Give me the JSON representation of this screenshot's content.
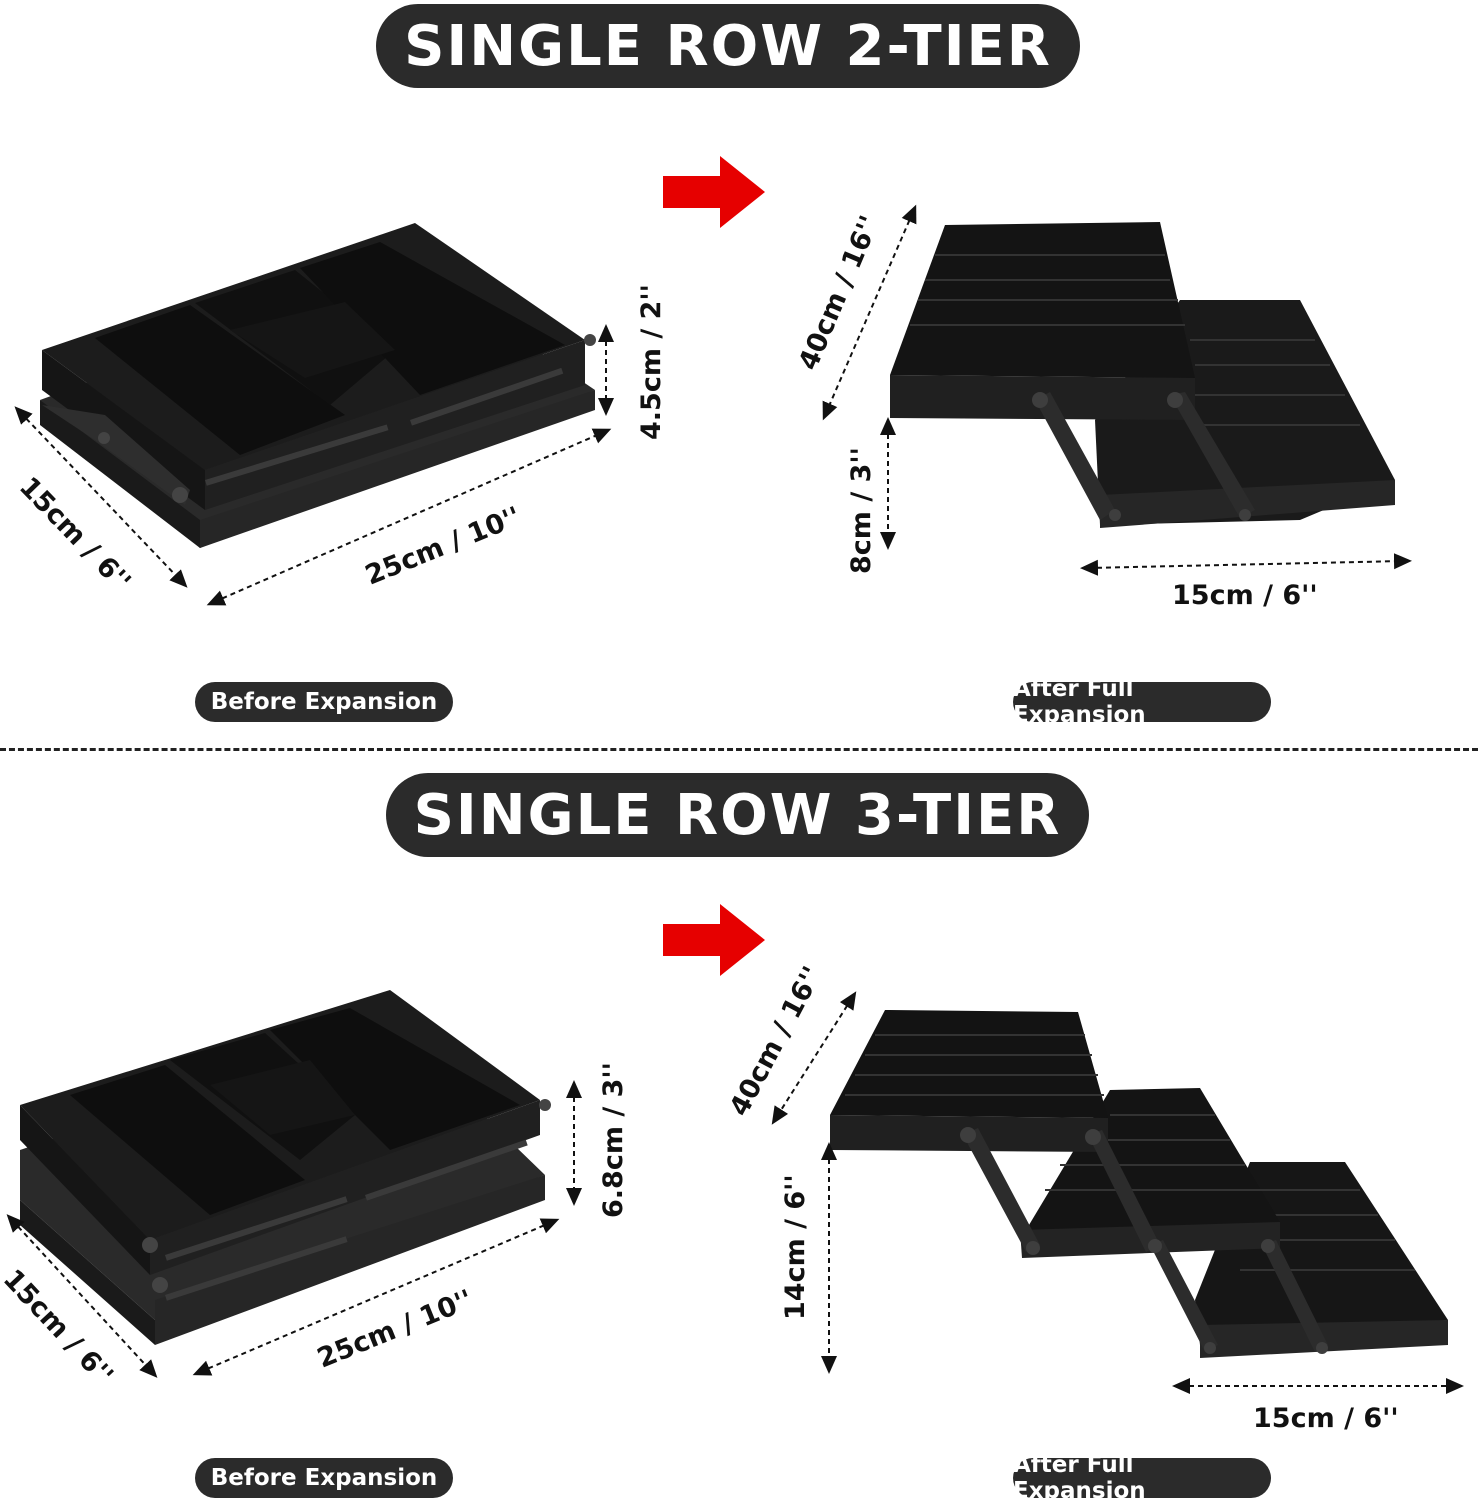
{
  "sections": [
    {
      "title": "SINGLE ROW 2-TIER",
      "before_label": "Before Expansion",
      "after_label": "After Full Expansion",
      "before_dims": {
        "width": "15cm / 6''",
        "length": "25cm / 10''",
        "height": "4.5cm / 2''"
      },
      "after_dims": {
        "length": "40cm / 16''",
        "tier_gap": "8cm / 3''",
        "width": "15cm / 6''"
      }
    },
    {
      "title": "SINGLE ROW 3-TIER",
      "before_label": "Before Expansion",
      "after_label": "After Full Expansion",
      "before_dims": {
        "width": "15cm / 6''",
        "length": "25cm / 10''",
        "height": "6.8cm / 3''"
      },
      "after_dims": {
        "length": "40cm / 16''",
        "tier_gap": "14cm / 6''",
        "width": "15cm / 6''"
      }
    }
  ],
  "colors": {
    "pill": "#2b2b2b",
    "arrow": "#e60000",
    "product": "#1b1b1b",
    "text": "#111111"
  },
  "icons": {
    "arrow": "right-arrow-icon"
  }
}
